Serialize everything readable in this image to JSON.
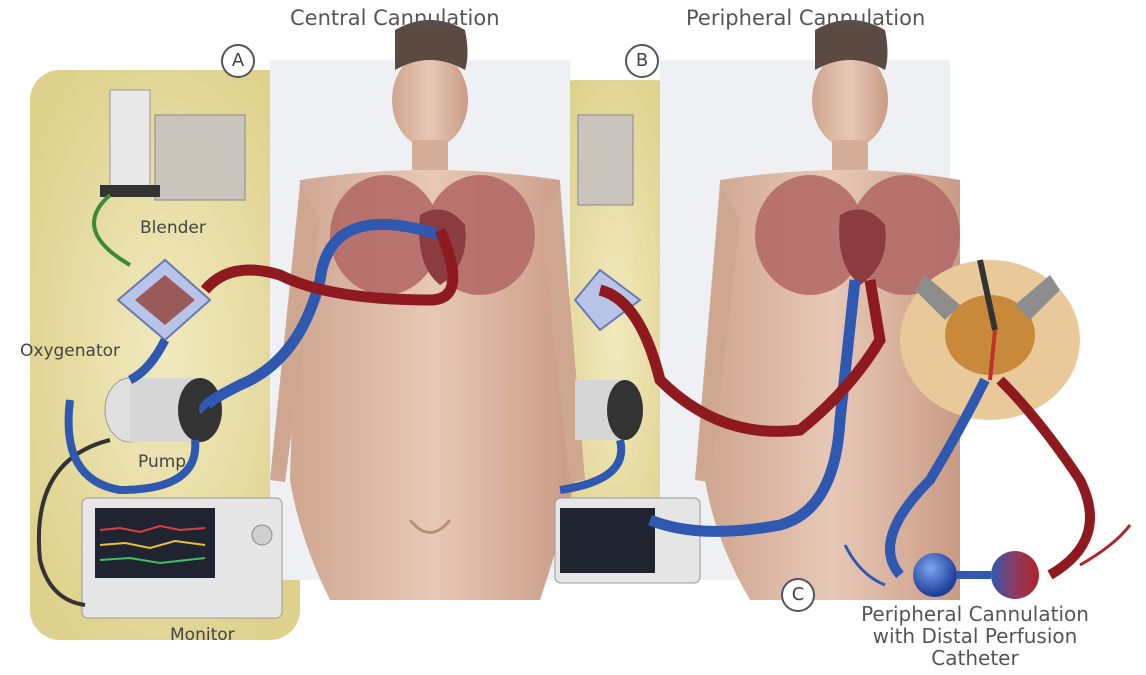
{
  "panels": {
    "a": {
      "letter": "A",
      "title": "Central Cannulation"
    },
    "b": {
      "letter": "B",
      "title": "Peripheral Cannulation"
    },
    "c": {
      "letter": "C",
      "caption_lines": [
        "Peripheral Cannulation",
        "with Distal Perfusion",
        "Catheter"
      ]
    }
  },
  "components": {
    "blender": "Blender",
    "oxygenator": "Oxygenator",
    "pump": "Pump",
    "monitor": "Monitor"
  },
  "colors": {
    "venous_blue": "#2f58b0",
    "arterial_red": "#8e1a20",
    "background_yellow": "#e9dfa0",
    "skin": "#ddb9a4",
    "lung": "#b46a68"
  }
}
